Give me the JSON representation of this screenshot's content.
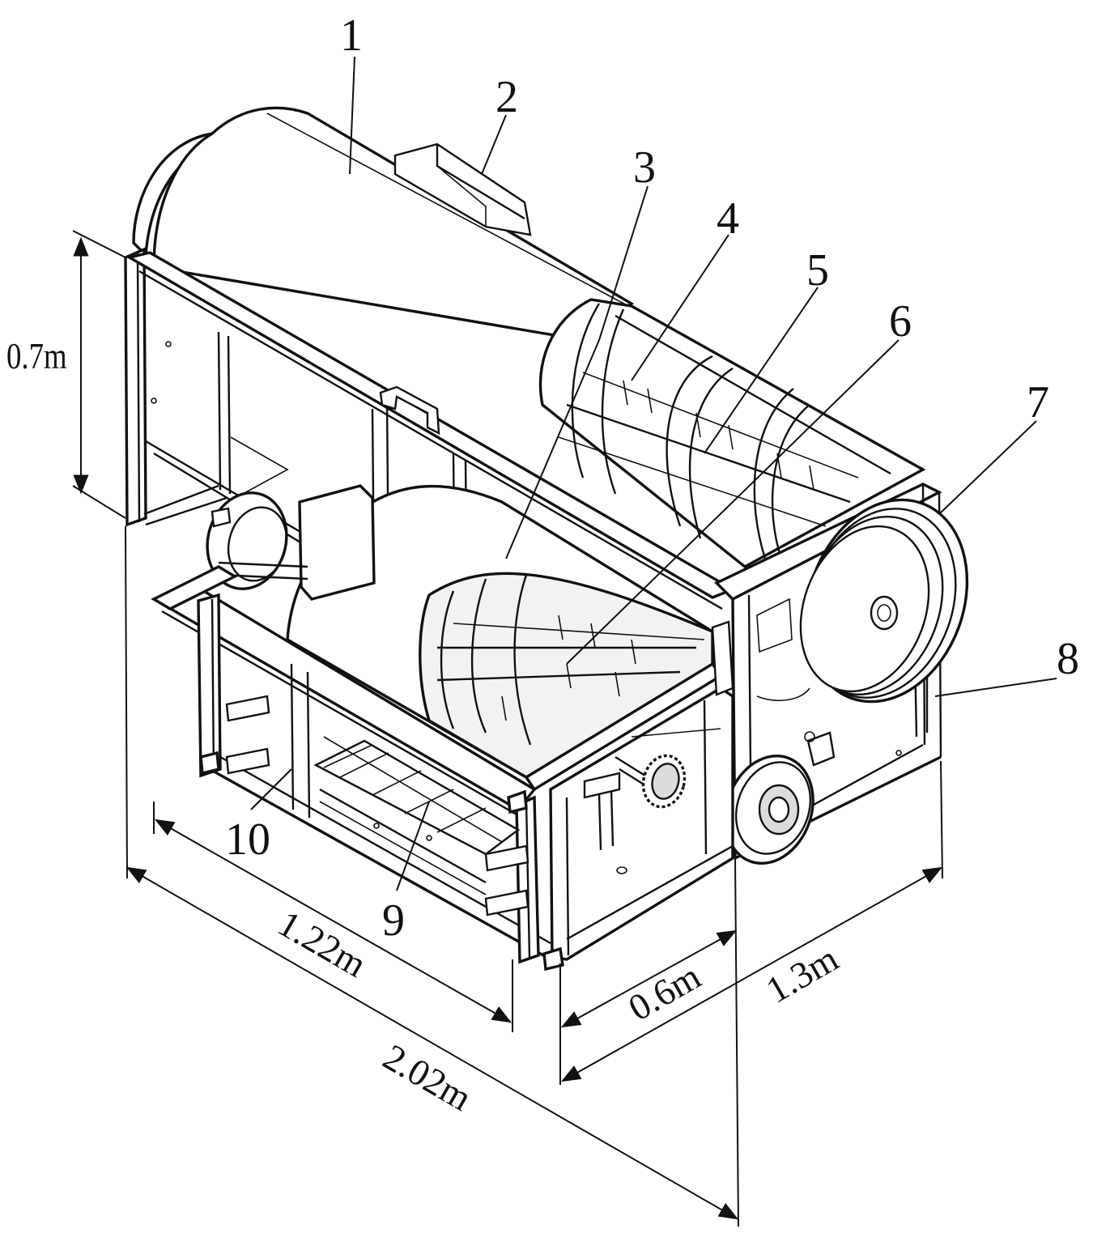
{
  "diagram": {
    "part_labels": [
      "1",
      "2",
      "3",
      "4",
      "5",
      "6",
      "7",
      "8",
      "9",
      "10"
    ],
    "dimensions": {
      "height": "0.7m",
      "front_length": "1.22m",
      "total_length": "2.02m",
      "front_depth": "0.6m",
      "total_width": "1.3m"
    }
  }
}
